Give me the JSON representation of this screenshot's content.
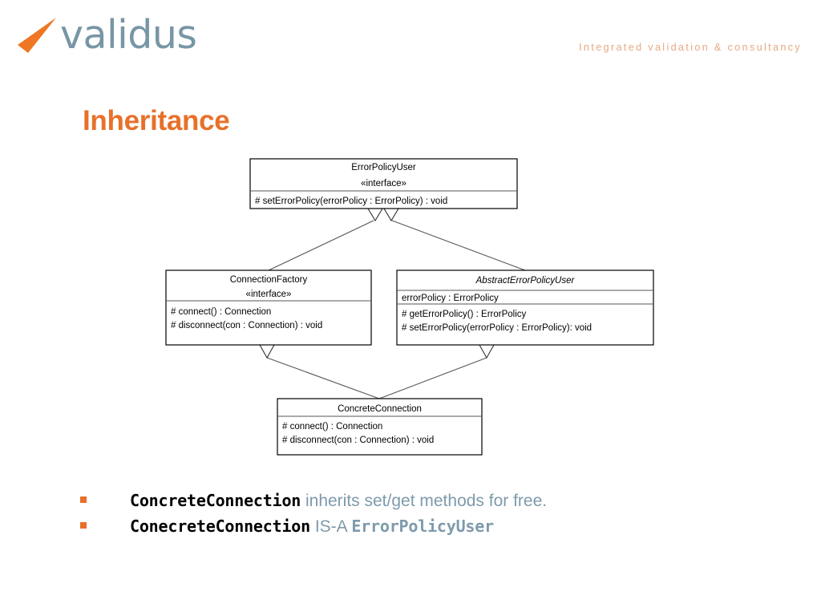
{
  "brand": {
    "logo_word": "validus",
    "logo_mark_icon": "orange-check-swoosh-icon",
    "tagline": "Integrated validation & consultancy",
    "logo_color": "#7796a6",
    "accent_color": "#e8702a",
    "tagline_color": "#e8a882"
  },
  "slide": {
    "title": "Inheritance"
  },
  "diagram": {
    "type": "uml-class-diagram",
    "classes": [
      {
        "id": "error-policy-user",
        "name": "ErrorPolicyUser",
        "stereotype": "«interface»",
        "abstract": false,
        "attributes": [],
        "methods": [
          "# setErrorPolicy(errorPolicy : ErrorPolicy) : void"
        ]
      },
      {
        "id": "connection-factory",
        "name": "ConnectionFactory",
        "stereotype": "«interface»",
        "abstract": false,
        "attributes": [],
        "methods": [
          "# connect() : Connection",
          "# disconnect(con : Connection) : void"
        ]
      },
      {
        "id": "abstract-error-policy-user",
        "name": "AbstractErrorPolicyUser",
        "stereotype": "",
        "abstract": true,
        "attributes": [
          "errorPolicy : ErrorPolicy"
        ],
        "methods": [
          "# getErrorPolicy() : ErrorPolicy",
          "# setErrorPolicy(errorPolicy : ErrorPolicy): void"
        ]
      },
      {
        "id": "concrete-connection",
        "name": "ConcreteConnection",
        "stereotype": "",
        "abstract": false,
        "attributes": [],
        "methods": [
          "# connect() : Connection",
          "# disconnect(con : Connection) : void"
        ]
      }
    ],
    "relationships": [
      {
        "type": "generalization",
        "from": "connection-factory",
        "to": "error-policy-user"
      },
      {
        "type": "generalization",
        "from": "abstract-error-policy-user",
        "to": "error-policy-user"
      },
      {
        "type": "generalization",
        "from": "concrete-connection",
        "to": "connection-factory"
      },
      {
        "type": "generalization",
        "from": "concrete-connection",
        "to": "abstract-error-policy-user"
      }
    ]
  },
  "bullets": [
    {
      "marker": "square",
      "segments": [
        {
          "text": "ConcreteConnection",
          "style": "mono-black"
        },
        {
          "text": " inherits set/get methods for free.",
          "style": "sans-blue"
        }
      ]
    },
    {
      "marker": "square",
      "segments": [
        {
          "text": "ConecreteConnection",
          "style": "mono-black"
        },
        {
          "text": " IS-A ",
          "style": "sans-blue"
        },
        {
          "text": "ErrorPolicyUser",
          "style": "mono-blue"
        }
      ]
    }
  ]
}
